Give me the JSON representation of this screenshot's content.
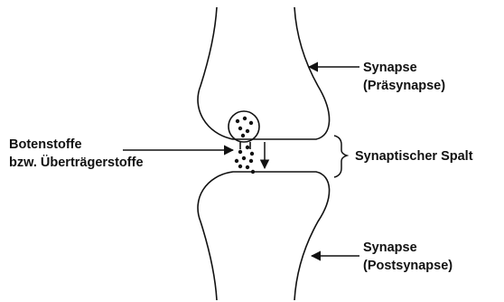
{
  "diagram": {
    "labels": {
      "pre_line1": "Synapse",
      "pre_line2": "(Präsynapse)",
      "botenstoffe_line1": "Botenstoffe",
      "botenstoffe_line2": "bzw. Überträgerstoffe",
      "spalt": "Synaptischer Spalt",
      "post_line1": "Synapse",
      "post_line2": "(Postsynapse)"
    },
    "colors": {
      "line": "#111111",
      "text": "#111111",
      "background": "#ffffff"
    }
  }
}
